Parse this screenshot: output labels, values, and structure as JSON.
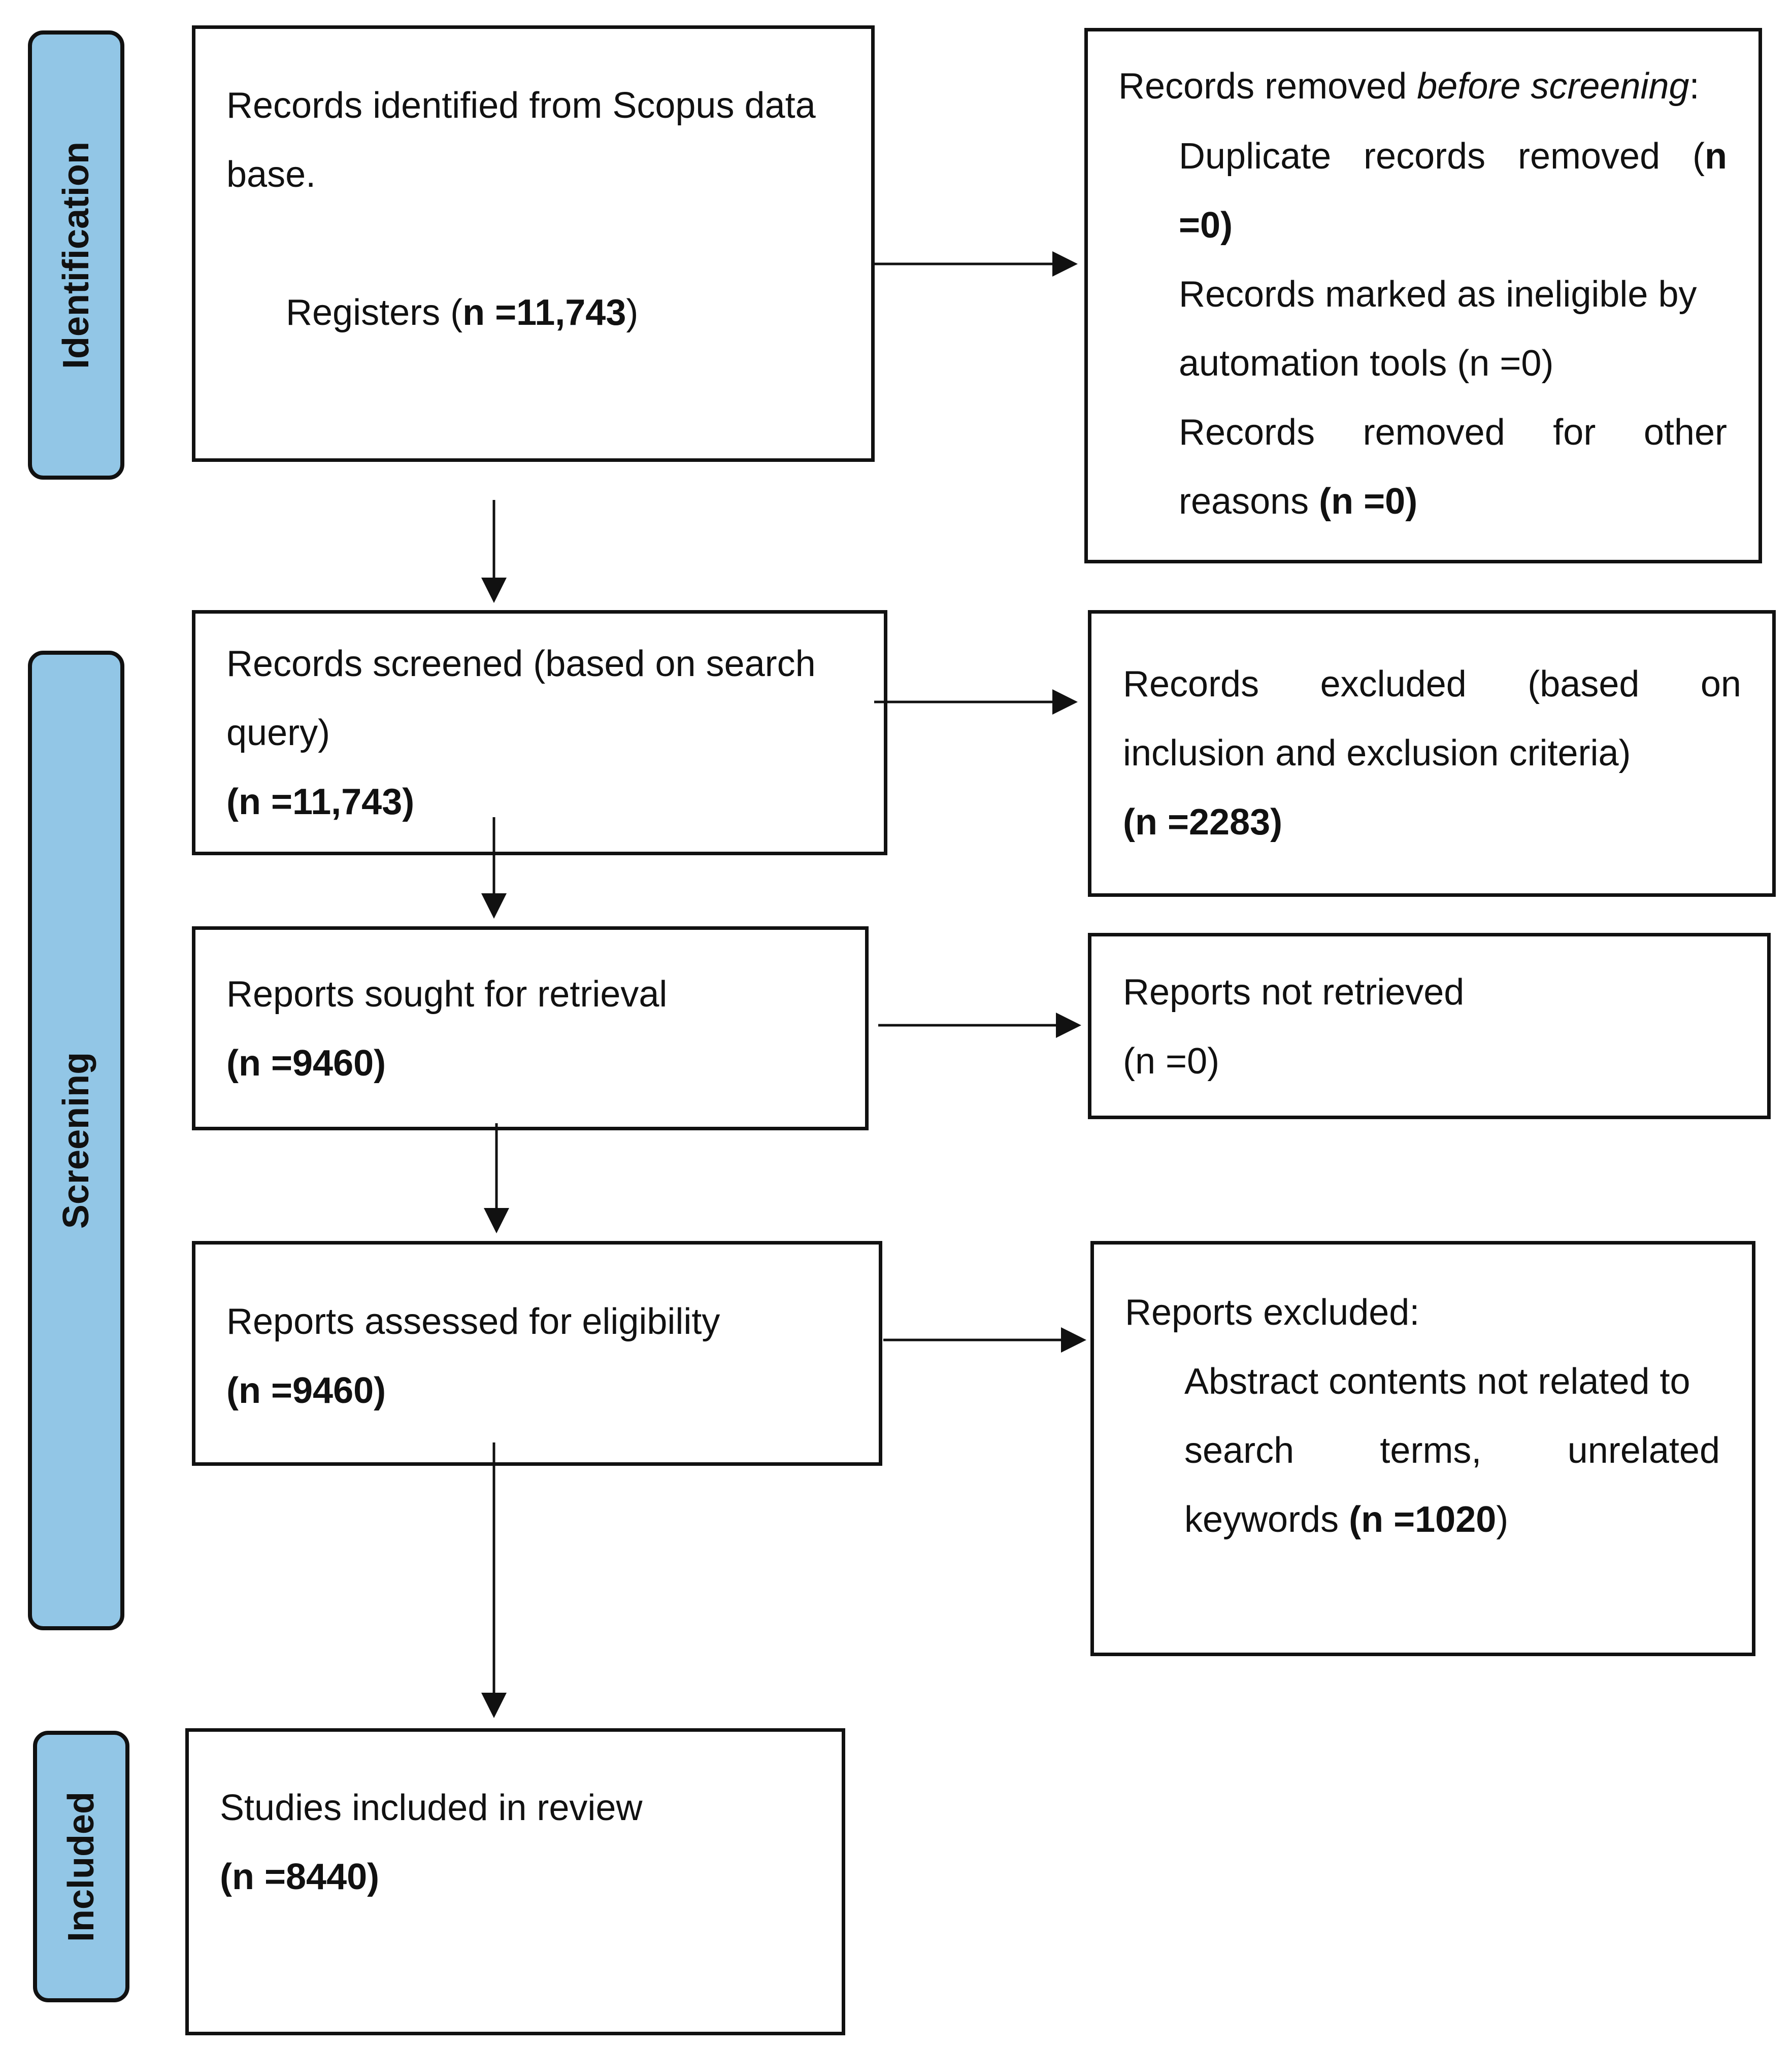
{
  "phases": {
    "identification": "Identification",
    "screening": "Screening",
    "included": "Included"
  },
  "identified": {
    "line1": "Records identified from Scopus data",
    "line2": "base.",
    "registers_label": "Registers (",
    "registers_n": "n =11,743",
    "registers_close": ")"
  },
  "removed": {
    "title_prefix": "Records removed ",
    "title_italic": "before screening",
    "title_suffix": ":",
    "dup_words": [
      "Duplicate",
      "records",
      "removed",
      "("
    ],
    "dup_n1": "n",
    "dup_n2": "=0)",
    "ineligible_line1": "Records marked as ineligible by",
    "ineligible_line2": "automation tools (n =0)",
    "other_words": [
      "Records",
      "removed",
      "for",
      "other"
    ],
    "other_line2_prefix": "reasons ",
    "other_n": "(n =0)"
  },
  "screened": {
    "line1": "Records screened (based on search",
    "line2": "query)",
    "n": "(n =11,743)"
  },
  "excluded": {
    "words": [
      "Records",
      "excluded",
      "(based",
      "on"
    ],
    "line2": "inclusion and exclusion criteria)",
    "n": "(n =2283)"
  },
  "sought": {
    "line1": "Reports sought for retrieval",
    "n": "(n =9460)"
  },
  "not_retrieved": {
    "line1": "Reports not retrieved",
    "n": "(n =0)"
  },
  "assessed": {
    "line1": "Reports assessed for eligibility",
    "n": "(n =9460)"
  },
  "reports_excluded": {
    "title": "Reports excluded:",
    "line1": "Abstract contents not related to",
    "words": [
      "search",
      "terms,",
      "unrelated"
    ],
    "line3_prefix": "keywords ",
    "line3_n": "(n =1020",
    "line3_close": ")"
  },
  "included": {
    "line1": "Studies included in review",
    "n": "(n =8440)"
  },
  "colors": {
    "phase_fill": "#92c6e6",
    "line": "#111111"
  }
}
